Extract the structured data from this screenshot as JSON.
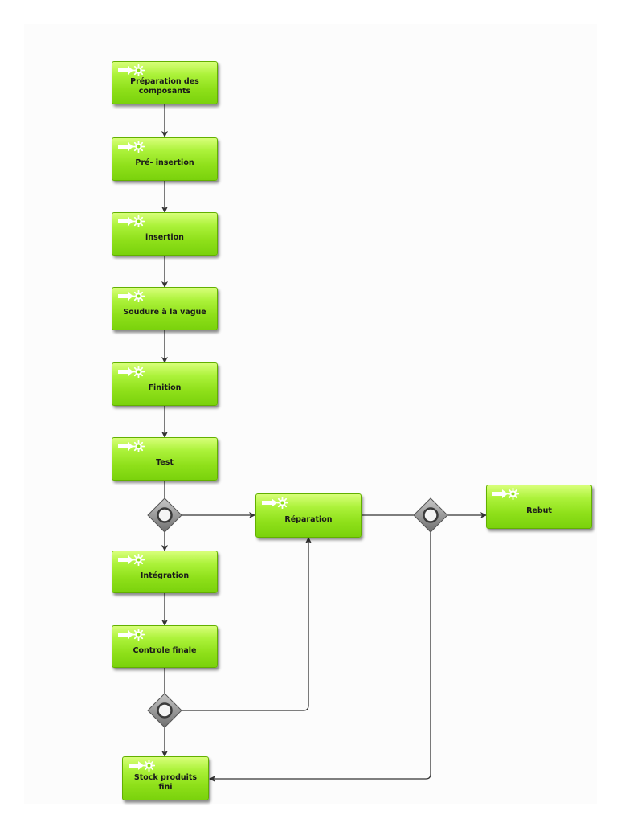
{
  "diagram": {
    "tasks": {
      "preparation": "Préparation  des composants",
      "pre_insertion": "Pré- insertion",
      "insertion": "insertion",
      "soudure": "Soudure à la vague",
      "finition": "Finition",
      "test": "Test",
      "integration": "Intégration",
      "controle": "Controle finale",
      "stock": "Stock produits fini",
      "reparation": "Réparation",
      "rebut": "Rebut"
    },
    "icons": {
      "task": "function-icon",
      "gateway": "xor-gateway-icon"
    },
    "colors": {
      "task_fill": "#9be62a",
      "gateway": "#8c8c8c",
      "edge": "#333333"
    }
  }
}
